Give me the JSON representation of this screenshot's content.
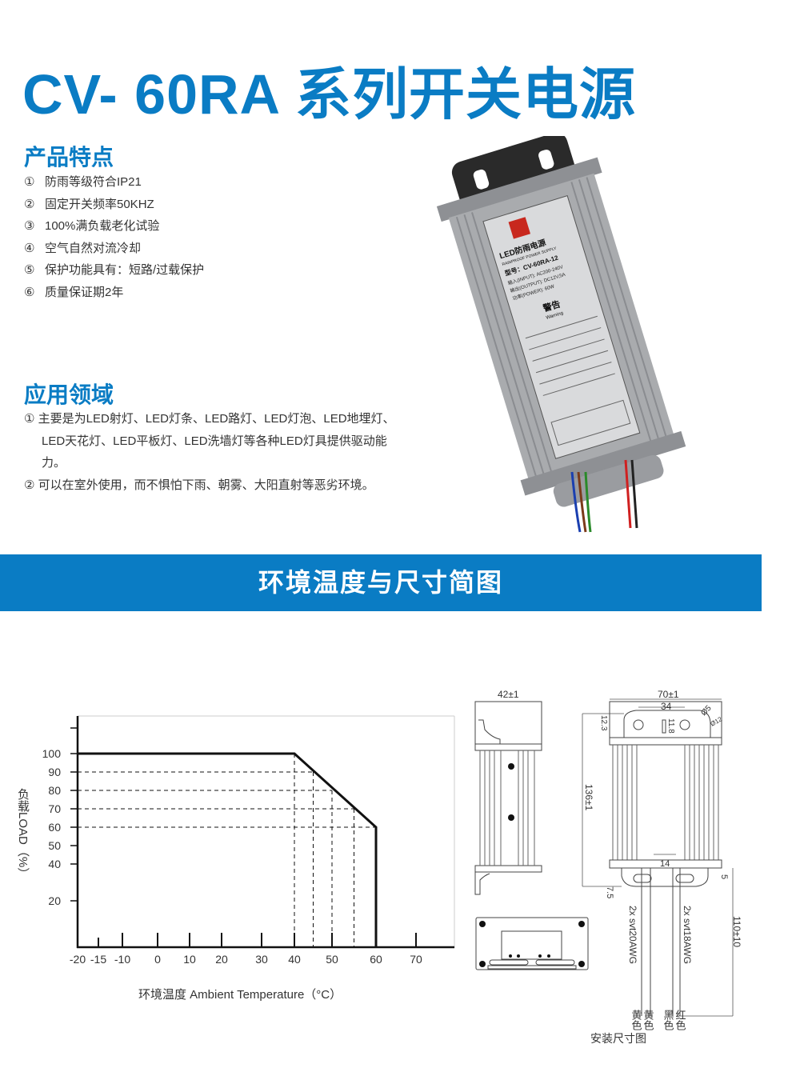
{
  "title": "CV- 60RA 系列开关电源",
  "features": {
    "heading": "产品特点",
    "items": [
      {
        "num": "①",
        "text": "防雨等级符合IP21"
      },
      {
        "num": "②",
        "text": "固定开关频率50KHZ"
      },
      {
        "num": "③",
        "text": "100%满负载老化试验"
      },
      {
        "num": "④",
        "text": "空气自然对流冷却"
      },
      {
        "num": "⑤",
        "text": "保护功能具有：短路/过载保护"
      },
      {
        "num": "⑥",
        "text": "质量保证期2年"
      }
    ]
  },
  "applications": {
    "heading": "应用领域",
    "items": [
      {
        "num": "①",
        "text": "主要是为LED射灯、LED灯条、LED路灯、LED灯泡、LED地埋灯、LED天花灯、LED平板灯、LED洗墙灯等各种LED灯具提供驱动能力。"
      },
      {
        "num": "②",
        "text": "可以在室外使用，而不惧怕下雨、朝雾、大阳直射等恶劣环境。"
      }
    ]
  },
  "product_label": {
    "name": "LED防雨电源",
    "sub": "RAINPROOF POWER SUPPLY",
    "model": "型号：CV-60RA-12",
    "input": "输入(INPUT): AC200-240V",
    "output": "输出(OUTPUT): DC12V,5A",
    "power": "功率(POWER): 60W",
    "warning": "警告",
    "warning_en": "Warning"
  },
  "section_band": "环境温度与尺寸简图",
  "chart_data": {
    "type": "line",
    "title": "",
    "xlabel": "环境温度 Ambient Temperature（°C）",
    "ylabel": "负载LOAD（%）",
    "x_ticks": [
      -20,
      -15,
      -10,
      0,
      10,
      20,
      30,
      40,
      50,
      60,
      70
    ],
    "x_tick_labels": [
      "-20",
      "-15",
      "-10",
      "0",
      "10",
      "20",
      "30",
      "40",
      "50",
      "60",
      "70"
    ],
    "y_ticks": [
      100,
      90,
      80,
      70,
      60,
      50,
      40,
      20
    ],
    "y_tick_labels": [
      "100",
      "90",
      "80",
      "70",
      "60",
      "50",
      "40",
      "20"
    ],
    "series": [
      {
        "name": "derating",
        "x": [
          -20,
          40,
          60,
          60
        ],
        "y": [
          100,
          100,
          60,
          0
        ]
      }
    ],
    "guides": [
      {
        "x": 40,
        "y": 100
      },
      {
        "x": 45,
        "y": 90
      },
      {
        "x": 50,
        "y": 80
      },
      {
        "x": 55,
        "y": 70
      },
      {
        "x": 60,
        "y": 60
      }
    ],
    "grid": false
  },
  "dimensions": {
    "side_width": "42±1",
    "front_width": "70±1",
    "hole_spacing": "34",
    "hole_dia": "Ø5",
    "slot_w": "Ø12",
    "top_offset": "12.3",
    "slot_h": "11.8",
    "height": "136±1",
    "bottom_gap": "14",
    "bottom_offset": "5",
    "foot": "7.5",
    "wire_left": "2x svt20AWG",
    "wire_right": "2x svt18AWG",
    "wire_len": "110±10",
    "colors": [
      "黄色",
      "黄色",
      "黑色",
      "红色"
    ],
    "caption": "安装尺寸图"
  }
}
